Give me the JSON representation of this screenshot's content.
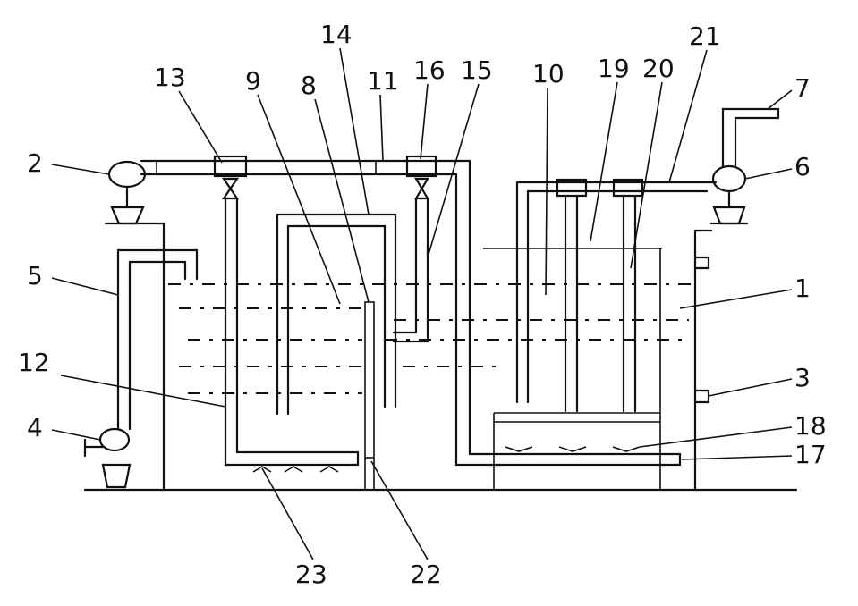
{
  "diagram": {
    "labels": {
      "l1": "1",
      "l2": "2",
      "l3": "3",
      "l4": "4",
      "l5": "5",
      "l6": "6",
      "l7": "7",
      "l8": "8",
      "l9": "9",
      "l10": "10",
      "l11": "11",
      "l12": "12",
      "l13": "13",
      "l14": "14",
      "l15": "15",
      "l16": "16",
      "l17": "17",
      "l18": "18",
      "l19": "19",
      "l20": "20",
      "l21": "21",
      "l22": "22",
      "l23": "23"
    }
  }
}
